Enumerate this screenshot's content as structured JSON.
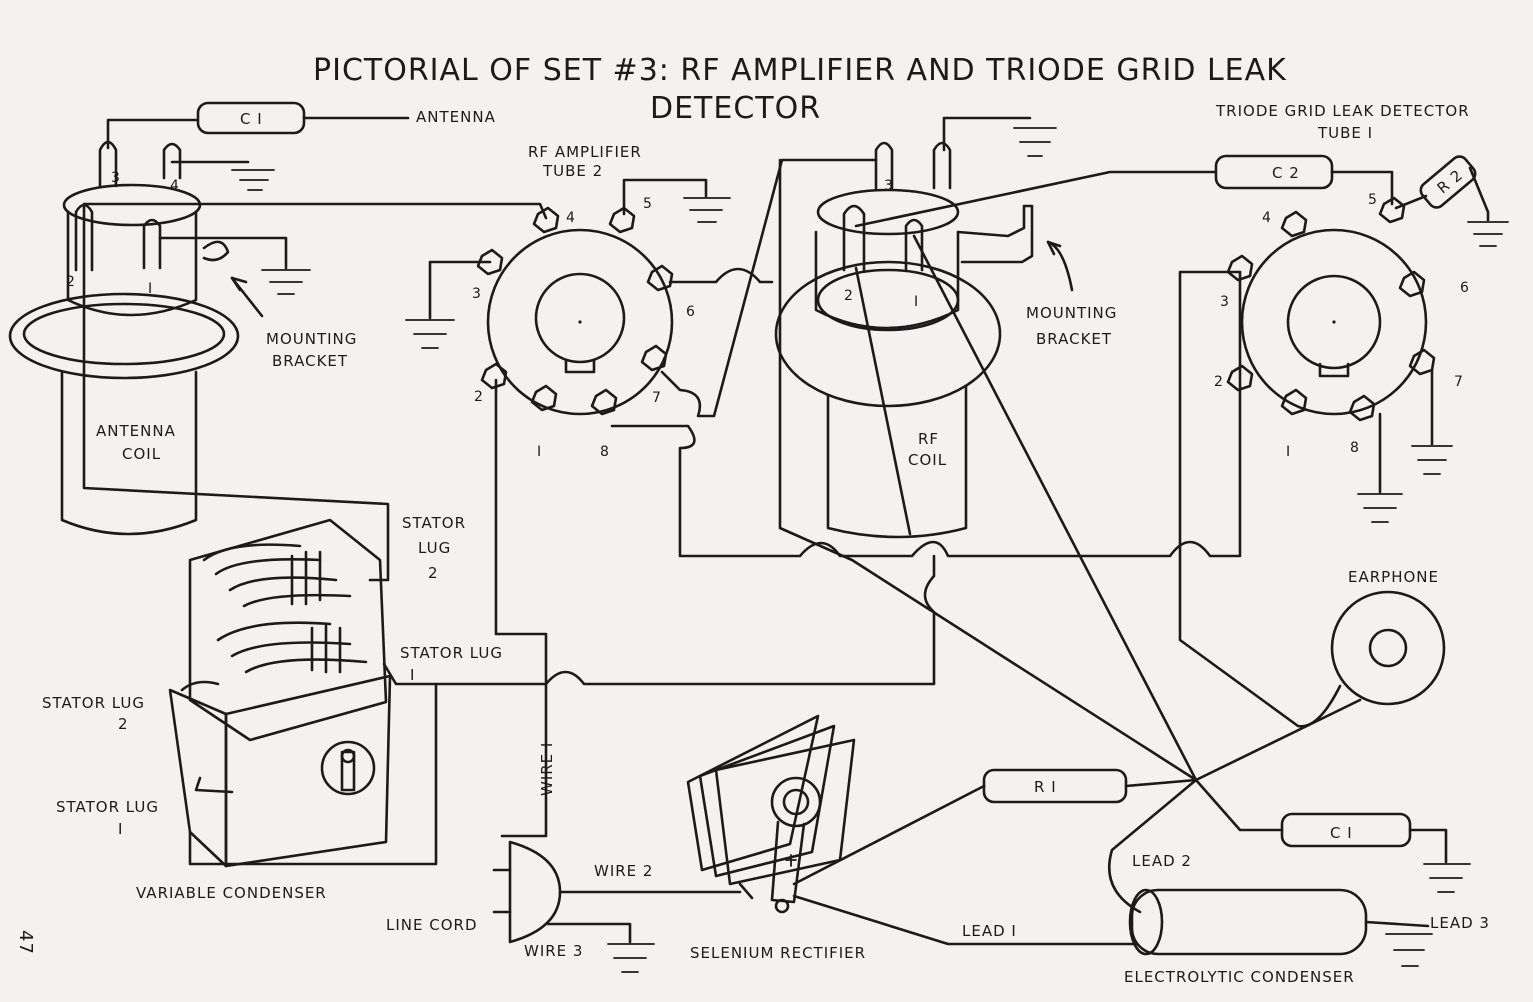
{
  "title": {
    "line1": "PICTORIAL OF SET #3: RF AMPLIFIER AND TRIODE GRID LEAK",
    "line2": "DETECTOR"
  },
  "labels": {
    "antenna": "ANTENNA",
    "c1_top": "C I",
    "rf_amp_line1": "RF AMPLIFIER",
    "rf_amp_line2": "TUBE 2",
    "triode_line1": "TRIODE GRID LEAK DETECTOR",
    "triode_line2": "TUBE I",
    "c2": "C 2",
    "r2": "R 2",
    "mounting_bracket_left_1": "MOUNTING",
    "mounting_bracket_left_2": "BRACKET",
    "mounting_bracket_right_1": "MOUNTING",
    "mounting_bracket_right_2": "BRACKET",
    "antenna_coil_1": "ANTENNA",
    "antenna_coil_2": "COIL",
    "rf_coil_1": "RF",
    "rf_coil_2": "COIL",
    "stator_lug_a_1": "STATOR",
    "stator_lug_a_2": "LUG",
    "stator_lug_a_3": "2",
    "stator_lug_b_1": "STATOR LUG",
    "stator_lug_b_2": "I",
    "stator_lug_c_1": "STATOR LUG",
    "stator_lug_c_2": "2",
    "stator_lug_d_1": "STATOR LUG",
    "stator_lug_d_2": "I",
    "variable_condenser": "VARIABLE CONDENSER",
    "wire1": "WIRE I",
    "wire2": "WIRE 2",
    "wire3": "WIRE 3",
    "line_cord": "LINE CORD",
    "selenium_rectifier": "SELENIUM RECTIFIER",
    "r1": "R I",
    "c1_bottom": "C I",
    "lead1": "LEAD I",
    "lead2": "LEAD 2",
    "lead3": "LEAD 3",
    "earphone": "EARPHONE",
    "electrolytic_condenser": "ELECTROLYTIC CONDENSER",
    "page_number": "47"
  },
  "pins": {
    "ant_coil": [
      "3",
      "4",
      "2",
      "I"
    ],
    "rf_coil": [
      "3",
      "2",
      "I"
    ],
    "tube2": [
      "4",
      "5",
      "3",
      "6",
      "2",
      "7",
      "I",
      "8"
    ],
    "tube1": [
      "4",
      "5",
      "3",
      "6",
      "2",
      "7",
      "I",
      "8"
    ]
  },
  "colors": {
    "ink": "#1b1b1b",
    "paper": "#f4f2f1"
  }
}
